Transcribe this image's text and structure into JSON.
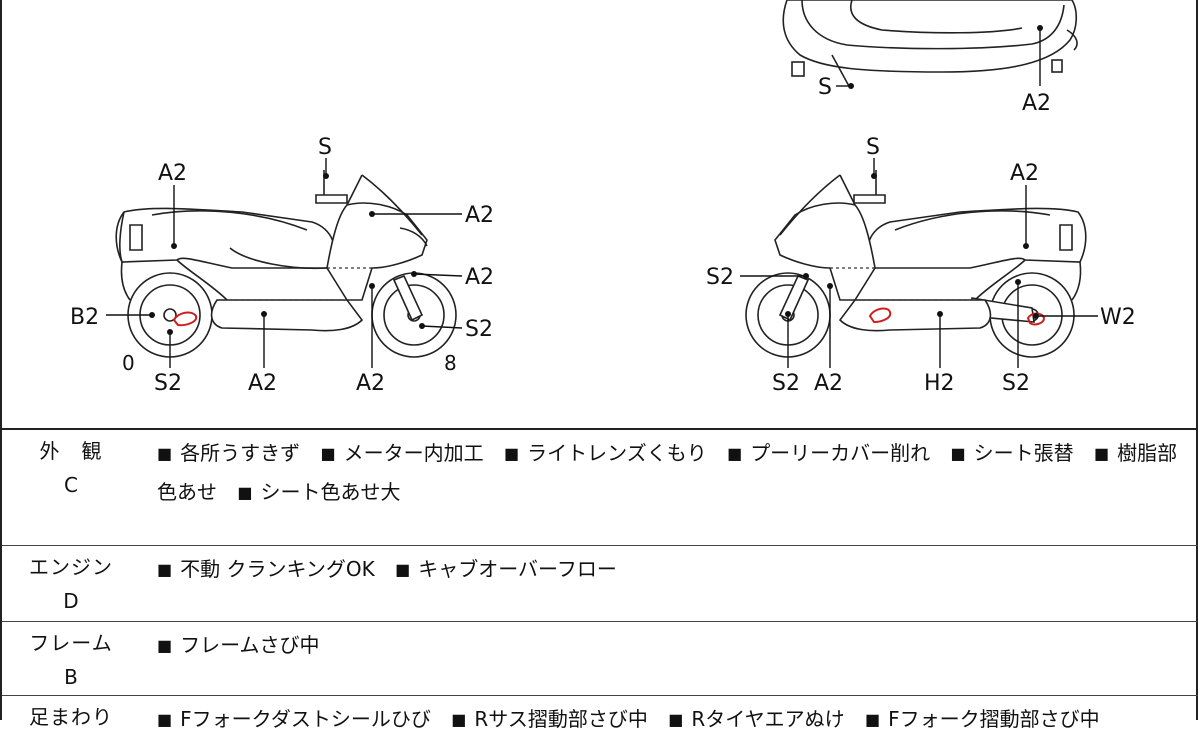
{
  "diagram": {
    "top_view": {
      "labels": {
        "steering": "S",
        "body": "A2"
      }
    },
    "left_view": {
      "labels": {
        "handlebar": "S",
        "seat": "A2",
        "front_cowl": "A2",
        "fender": "A2",
        "front_wheel": "S2",
        "rear_wheel_left": "B2",
        "rear_wheel_bottom": "S2",
        "floor": "A2",
        "under_cover": "A2"
      },
      "numbers": {
        "rear_mark": "0",
        "front_mark": "8"
      }
    },
    "right_view": {
      "labels": {
        "handlebar": "S",
        "seat": "A2",
        "front_fork": "S2",
        "front_wheel": "S2",
        "front_body": "A2",
        "step_floor": "H2",
        "rear_suspension": "S2",
        "rear_wheel": "W2"
      }
    }
  },
  "report": {
    "rows": [
      {
        "category": "外　観",
        "grade": "C",
        "items": [
          "各所うすきず",
          "メーター内加工",
          "ライトレンズくもり",
          "プーリーカバー削れ",
          "シート張替",
          "樹脂部色あせ",
          "シート色あせ大"
        ]
      },
      {
        "category": "エンジン",
        "grade": "D",
        "items": [
          "不動 クランキングOK",
          "キャブオーバーフロー"
        ]
      },
      {
        "category": "フレーム",
        "grade": "B",
        "items": [
          "フレームさび中"
        ]
      },
      {
        "category": "足まわり",
        "grade": "",
        "items": [
          "Fフォークダストシールひび",
          "Rサス摺動部さび中",
          "Rタイヤエアぬけ",
          "Fフォーク摺動部さび中"
        ]
      }
    ],
    "bullet": "■"
  }
}
